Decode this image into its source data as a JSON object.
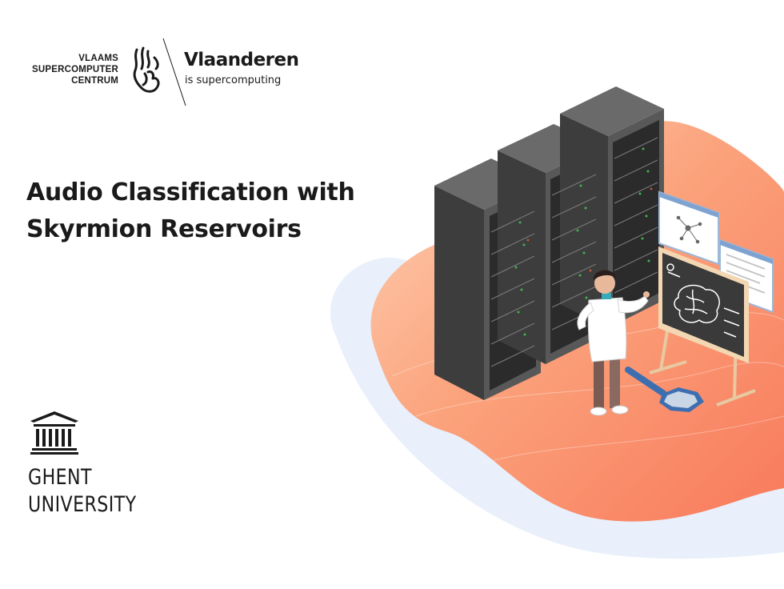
{
  "header": {
    "vsc_logo_lines": [
      "VLAAMS",
      "SUPERCOMPUTER",
      "CENTRUM"
    ],
    "brand_name": "Vlaanderen",
    "brand_tagline": "is supercomputing"
  },
  "main": {
    "title_lines": [
      "Audio Classification with",
      "Skyrmion Reservoirs"
    ]
  },
  "footer": {
    "university_lines": [
      "GHENT",
      "UNIVERSITY"
    ]
  },
  "colors": {
    "blob_orange": "#f98a62",
    "blob_light": "#fdd2b8",
    "rack_dark": "#4d4d4d",
    "rack_green_led": "#3fb34f",
    "text": "#1a1a1a"
  },
  "icons": {
    "lion": "lion-icon",
    "building": "ugent-building-icon",
    "brain": "brain-icon",
    "magnifier": "magnifying-glass-icon"
  }
}
